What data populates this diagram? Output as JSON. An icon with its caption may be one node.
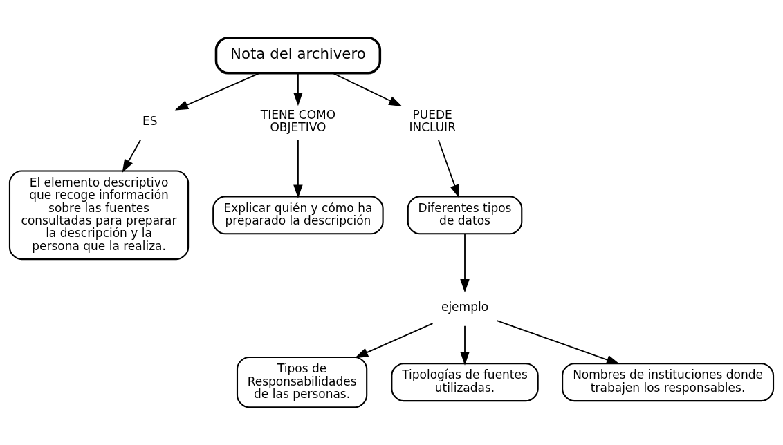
{
  "diagram": {
    "nodes": [
      {
        "text": [
          "Nota del archivero"
        ]
      },
      {
        "text": [
          "ES"
        ]
      },
      {
        "text": [
          "TIENE COMO OBJETIVO"
        ]
      },
      {
        "text": [
          "PUEDE INCLUIR"
        ]
      },
      {
        "text": [
          "El elemento descriptivo que recoge información sobre las fuentes consultadas para preparar la descripción y la persona que la realiza."
        ]
      },
      {
        "text": [
          "Explicar quién y cómo ha preparado la descripción"
        ]
      },
      {
        "text": [
          "Diferentes tipos de datos"
        ]
      },
      {
        "text": [
          "ejemplo"
        ]
      },
      {
        "text": [
          "Tipos de Responsabilidades de las personas."
        ]
      },
      {
        "text": [
          "Tipologías de fuentes utilizadas."
        ]
      },
      {
        "text": [
          "Nombres de instituciones donde trabajen los responsables."
        ]
      }
    ],
    "edges": [
      {
        "from": 0,
        "to": 1,
        "arrow": "to"
      },
      {
        "from": 0,
        "to": 2,
        "arrow": "to"
      },
      {
        "from": 0,
        "to": 3,
        "arrow": "to"
      },
      {
        "from": 1,
        "to": 4,
        "arrow": "to"
      },
      {
        "from": 2,
        "to": 5,
        "arrow": "to"
      },
      {
        "from": 3,
        "to": 6,
        "arrow": "to"
      },
      {
        "from": 6,
        "to": 7,
        "arrow": "to"
      },
      {
        "from": 7,
        "to": 8,
        "arrow": "to"
      },
      {
        "from": 7,
        "to": 10,
        "arrow": "to"
      },
      {
        "from": 7,
        "to": 9,
        "arrow": "to"
      }
    ]
  }
}
